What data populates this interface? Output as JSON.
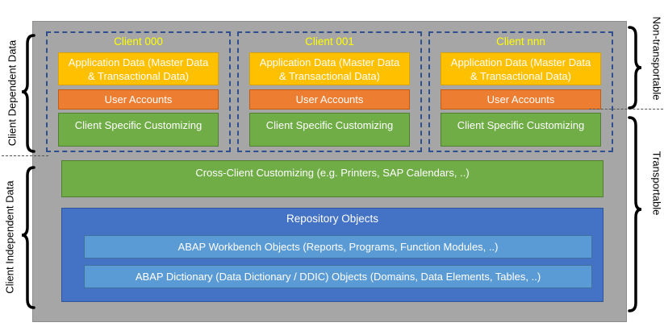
{
  "clients": [
    {
      "title": "Client 000",
      "app_data": "Application Data (Master Data & Transactional Data)",
      "user_accounts": "User Accounts",
      "customizing": "Client Specific Customizing"
    },
    {
      "title": "Client 001",
      "app_data": "Application Data (Master Data & Transactional Data)",
      "user_accounts": "User Accounts",
      "customizing": "Client Specific Customizing"
    },
    {
      "title": "Client nnn",
      "app_data": "Application Data (Master Data & Transactional Data)",
      "user_accounts": "User Accounts",
      "customizing": "Client Specific Customizing"
    }
  ],
  "cross_client": "Cross-Client Customizing (e.g. Printers, SAP Calendars, ..)",
  "repository": {
    "title": "Repository Objects",
    "items": [
      "ABAP Workbench Objects (Reports, Programs, Function Modules, ..)",
      "ABAP Dictionary (Data Dictionary / DDIC) Objects (Domains, Data Elements, Tables, ..)"
    ]
  },
  "left_labels": {
    "dependent": "Client Dependent Data",
    "independent": "Client Independent Data"
  },
  "right_labels": {
    "non_transportable": "Non-transportable",
    "transportable": "Transportable"
  }
}
